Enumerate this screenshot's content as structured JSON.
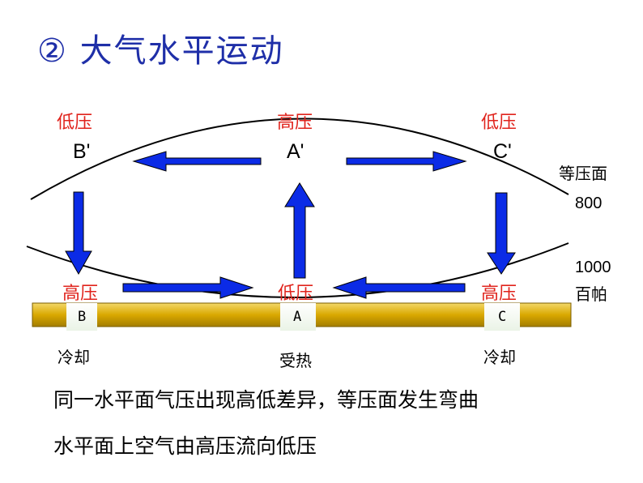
{
  "title": "② 大气水平运动",
  "upper": {
    "left_pressure": "低压",
    "center_pressure": "高压",
    "right_pressure": "低压",
    "left_point": "B'",
    "center_point": "A'",
    "right_point": "C'"
  },
  "lower": {
    "left_pressure": "高压",
    "center_pressure": "低压",
    "right_pressure": "高压",
    "left_point": "B",
    "center_point": "A",
    "right_point": "C"
  },
  "ground": {
    "left_state": "冷却",
    "center_state": "受热",
    "right_state": "冷却"
  },
  "isobar": {
    "label": "等压面",
    "upper_value": "800",
    "lower_value": "1000",
    "unit": "百帕"
  },
  "notes": {
    "line1": "同一水平面气压出现高低差异，等压面发生弯曲",
    "line2": "水平面上空气由高压流向低压"
  },
  "colors": {
    "title": "#1f2fa8",
    "arrow": "#0b2be6",
    "pressure_label": "#e0231c",
    "ground": "#d9a800"
  }
}
